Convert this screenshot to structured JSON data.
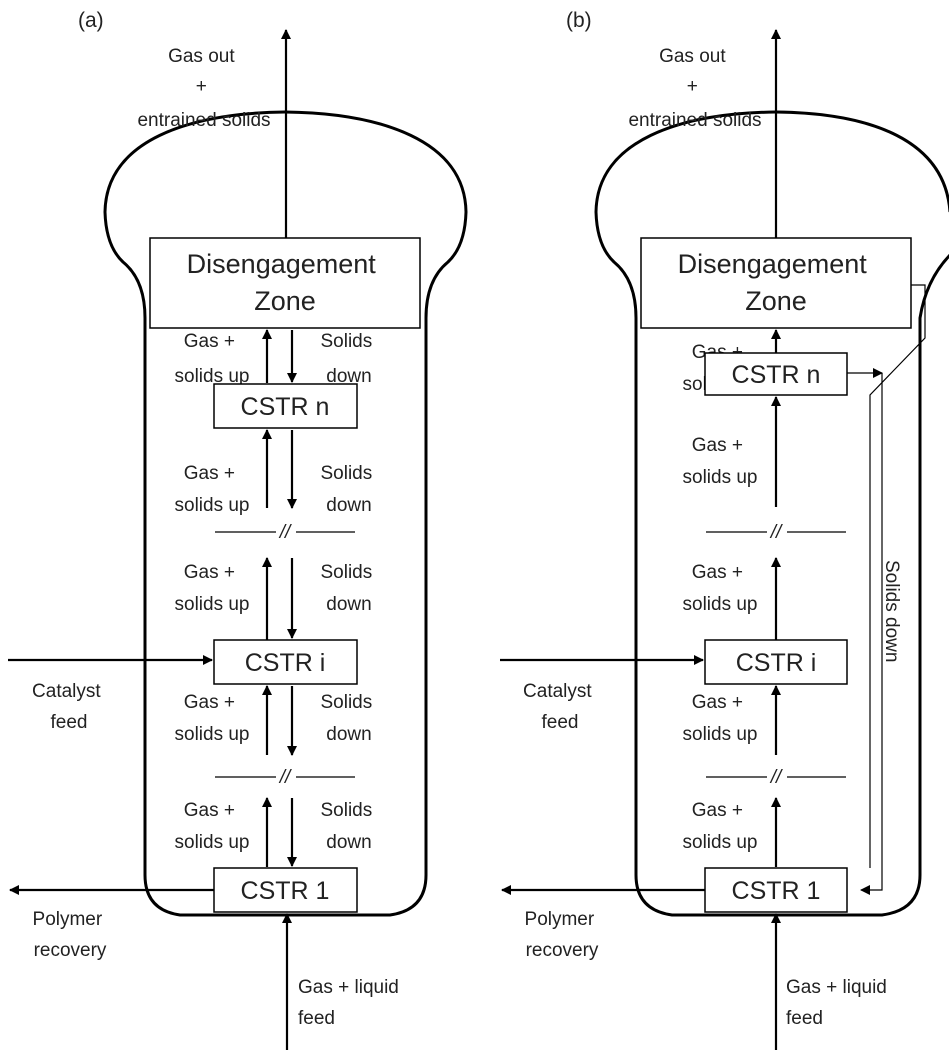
{
  "panels": [
    {
      "tag": "(a)",
      "gas_out": [
        "Gas out",
        "+",
        "entrained solids"
      ],
      "disengagement": [
        "Disengagement",
        "Zone"
      ],
      "cstr_n": "CSTR n",
      "cstr_i": "CSTR i",
      "cstr_1": "CSTR 1",
      "gas_solids_up": [
        "Gas +",
        "solids up"
      ],
      "solids_down": [
        "Solids",
        "down"
      ],
      "break_mark": "//",
      "catalyst_feed": [
        "Catalyst",
        "feed"
      ],
      "polymer_recovery": [
        "Polymer",
        "recovery"
      ],
      "feed": [
        "Gas + liquid",
        "feed"
      ]
    },
    {
      "tag": "(b)",
      "gas_out": [
        "Gas out",
        "+",
        "entrained solids"
      ],
      "disengagement": [
        "Disengagement",
        "Zone"
      ],
      "cstr_n": "CSTR n",
      "cstr_i": "CSTR i",
      "cstr_1": "CSTR 1",
      "gas_solids_up": [
        "Gas +",
        "solids up"
      ],
      "break_mark": "//",
      "solids_down_vertical": "Solids down",
      "catalyst_feed": [
        "Catalyst",
        "feed"
      ],
      "polymer_recovery": [
        "Polymer",
        "recovery"
      ],
      "feed": [
        "Gas + liquid",
        "feed"
      ]
    }
  ]
}
